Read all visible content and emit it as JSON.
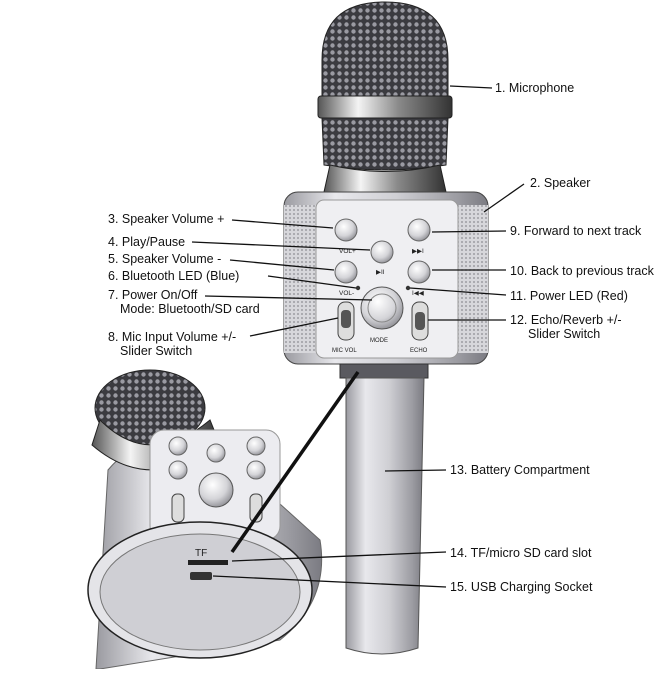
{
  "labels": {
    "l1": "1. Microphone",
    "l2": "2. Speaker",
    "l3": "3. Speaker Volume +",
    "l4": "4. Play/Pause",
    "l5": "5. Speaker Volume -",
    "l6": "6. Bluetooth LED (Blue)",
    "l7a": "7. Power On/Off",
    "l7b": "Mode: Bluetooth/SD card",
    "l8a": "8. Mic Input Volume +/-",
    "l8b": "Slider Switch",
    "l9": "9. Forward to next track",
    "l10": "10. Back to previous track",
    "l11": "11. Power LED (Red)",
    "l12a": "12. Echo/Reverb +/-",
    "l12b": "Slider Switch",
    "l13": "13. Battery Compartment",
    "l14": "14. TF/micro SD card slot",
    "l15": "15. USB Charging Socket"
  },
  "device_text": {
    "vol_plus": "VOL+",
    "vol_minus": "VOL-",
    "play": "▶II",
    "next": "▶▶I",
    "prev": "I◀◀",
    "mode": "MODE",
    "mic_vol": "MIC VOL",
    "echo": "ECHO",
    "tf": "TF"
  },
  "colors": {
    "metal": "#c9c9cc",
    "dark_metal": "#3a3a3e",
    "line": "#111111"
  }
}
